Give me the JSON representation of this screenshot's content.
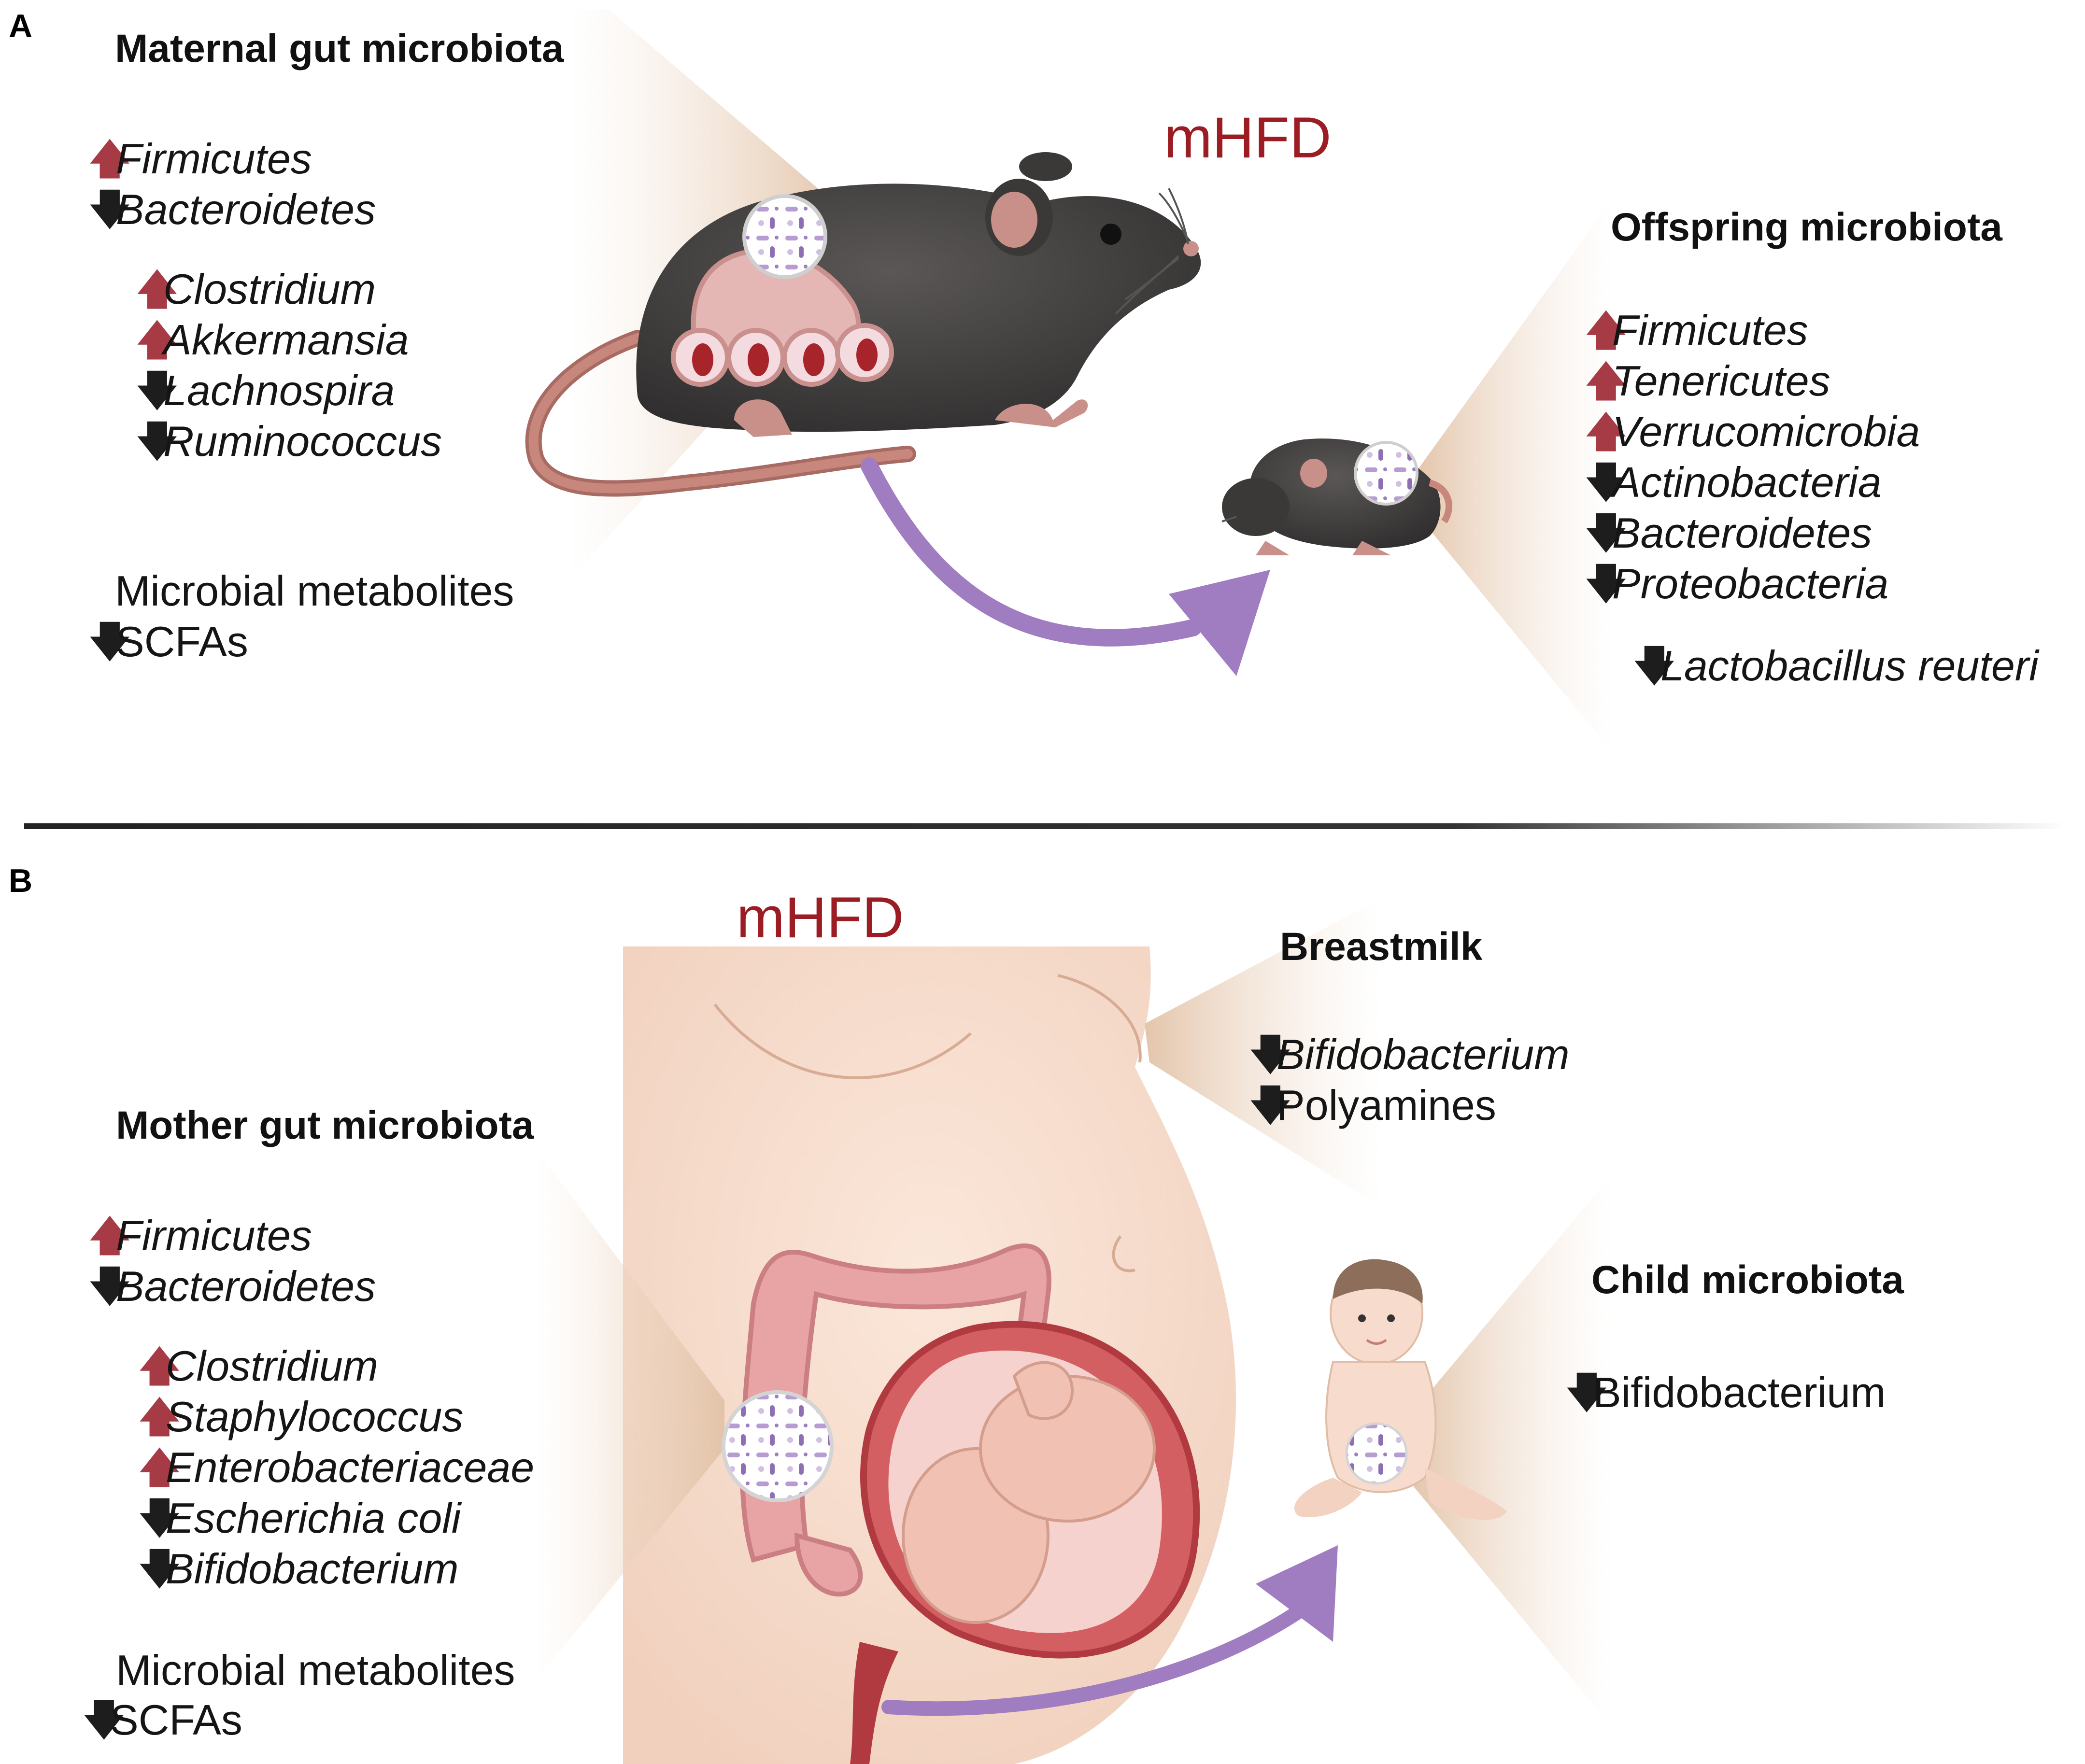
{
  "panel_a": {
    "letter": "A",
    "diet_label": "mHFD",
    "maternal": {
      "title": "Maternal gut microbiota",
      "phyla": [
        {
          "name": "Firmicutes",
          "dir": "up"
        },
        {
          "name": "Bacteroidetes",
          "dir": "down"
        }
      ],
      "genera": [
        {
          "name": "Clostridium",
          "dir": "up"
        },
        {
          "name": "Akkermansia",
          "dir": "up"
        },
        {
          "name": "Lachnospira",
          "dir": "down"
        },
        {
          "name": "Ruminococcus",
          "dir": "down"
        }
      ],
      "metabolites_title": "Microbial metabolites",
      "metabolites": [
        {
          "name": "SCFAs",
          "dir": "down"
        }
      ]
    },
    "offspring": {
      "title": "Offspring microbiota",
      "items": [
        {
          "name": "Firmicutes",
          "dir": "up"
        },
        {
          "name": "Tenericutes",
          "dir": "up"
        },
        {
          "name": "Verrucomicrobia",
          "dir": "up"
        },
        {
          "name": "Actinobacteria",
          "dir": "down"
        },
        {
          "name": "Bacteroidetes",
          "dir": "down"
        },
        {
          "name": "Proteobacteria",
          "dir": "down"
        }
      ],
      "species": [
        {
          "name": "Lactobacillus reuteri",
          "dir": "down"
        }
      ]
    }
  },
  "panel_b": {
    "letter": "B",
    "diet_label": "mHFD",
    "breastmilk": {
      "title": "Breastmilk",
      "items": [
        {
          "name": "Bifidobacterium",
          "dir": "down",
          "italic": true
        },
        {
          "name": "Polyamines",
          "dir": "down",
          "italic": false
        }
      ]
    },
    "mother": {
      "title": "Mother gut microbiota",
      "phyla": [
        {
          "name": "Firmicutes",
          "dir": "up"
        },
        {
          "name": "Bacteroidetes",
          "dir": "down"
        }
      ],
      "genera": [
        {
          "name": "Clostridium",
          "dir": "up"
        },
        {
          "name": "Staphylococcus",
          "dir": "up"
        },
        {
          "name": "Enterobacteriaceae",
          "dir": "up"
        },
        {
          "name": "Escherichia coli",
          "dir": "down"
        },
        {
          "name": "Bifidobacterium",
          "dir": "down"
        }
      ],
      "metabolites_title": "Microbial metabolites",
      "metabolites": [
        {
          "name": "SCFAs",
          "dir": "down"
        }
      ]
    },
    "child": {
      "title": "Child microbiota",
      "items": [
        {
          "name": "Bifidobacterium",
          "dir": "down"
        }
      ]
    }
  },
  "colors": {
    "increase_arrow": "#a63b45",
    "decrease_arrow": "#1d1d1d",
    "diet_label": "#9b1c22",
    "transfer_arrow": "#a07cc0",
    "zoom_cone": "#e8cbb2"
  },
  "icons": [
    "up-arrow-icon",
    "down-arrow-icon",
    "mouse-illustration",
    "pup-illustration",
    "pregnant-torso-illustration",
    "colon-illustration",
    "fetus-illustration",
    "infant-illustration",
    "microbe-magnifier-icon",
    "transfer-arrow-icon"
  ]
}
